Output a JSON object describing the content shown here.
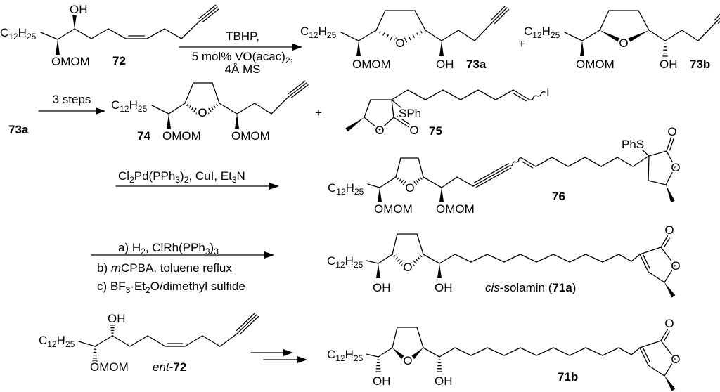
{
  "atoms": {
    "alkyl": "C12H25",
    "omom": "OMOM",
    "oh": "OH",
    "o": "O",
    "sph": "SPh",
    "phs": "PhS",
    "iodo": "I"
  },
  "compounds": {
    "c72": "72",
    "c73a": "73a",
    "c73b": "73b",
    "c73a_start": "73a",
    "c74": "74",
    "c75": "75",
    "c76": "76",
    "c71b": "71b",
    "ent72": {
      "prefix": "ent",
      "dash": "-",
      "num": "72"
    },
    "c71a": {
      "italic": "cis",
      "rest": "-solamin (",
      "num": "71a",
      "close": ")"
    }
  },
  "plus": "+",
  "steps": {
    "step1": [
      "TBHP,",
      "5 mol% VO(acac)2,",
      "4Å MS"
    ],
    "step2": "3 steps",
    "step3": "Cl2Pd(PPh3)2, CuI, Et3N",
    "step4": {
      "a": "a) H2, ClRh(PPh3)3",
      "b_prefix": "b) ",
      "b_italic": "m",
      "b_rest": "CPBA, toluene reflux",
      "c": "c) BF3·Et2O/dimethyl sulfide"
    }
  }
}
